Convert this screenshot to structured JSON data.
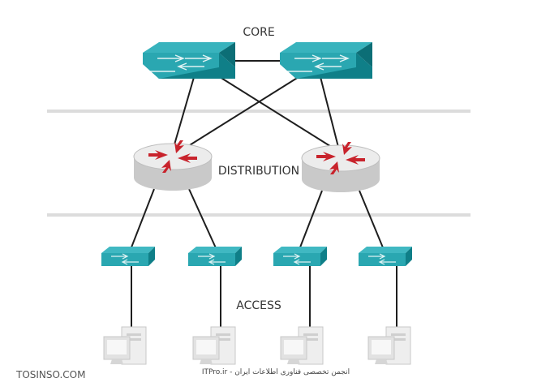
{
  "labels": {
    "core": "CORE",
    "distribution": "DISTRIBUTION",
    "access": "ACCESS"
  },
  "watermarks": {
    "left": "TOSINSO.COM",
    "right": "ITPro.ir - انجمن تخصصی فناوری اطلاعات ایران"
  },
  "colors": {
    "switch_top": "#2aa7b1",
    "switch_side": "#0f7f88",
    "router_body": "#e4e4e4",
    "router_arrows": "#c8232c",
    "links": "#1e1e1e",
    "separators": "#dcdcdc",
    "pc": "#e6e6e6"
  },
  "icons": {
    "core_switch": "multilayer-switch-icon",
    "distribution_router": "router-icon",
    "access_switch": "workgroup-switch-icon",
    "pc": "desktop-pc-icon"
  }
}
